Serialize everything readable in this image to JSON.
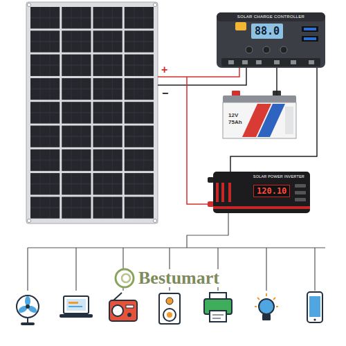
{
  "diagram": {
    "nodes": [
      {
        "text": [
          "SOLAR CHARGE CONTROLLER",
          "88.0"
        ]
      },
      {
        "text": [
          "12V",
          "75Ah"
        ]
      },
      {
        "text": [
          "SOLAR POWER INVERTER",
          "120.10"
        ]
      }
    ],
    "edges": [
      {
        "from": 0,
        "to": 1,
        "arrow": "none"
      },
      {
        "from": 0,
        "to": 2,
        "arrow": "none"
      }
    ],
    "labels": [
      "+",
      "−",
      "Bestumart"
    ]
  }
}
